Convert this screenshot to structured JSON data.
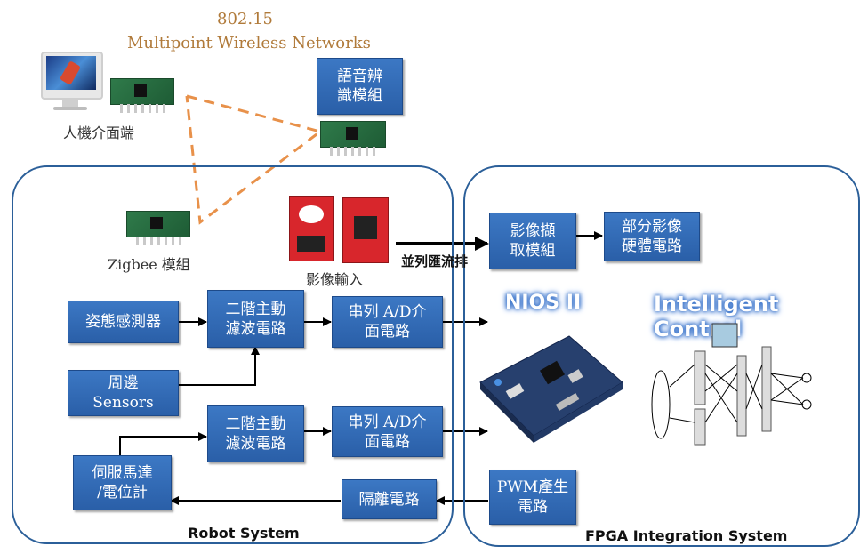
{
  "network": {
    "title_line1": "802.15",
    "title_line2": "Multipoint Wireless Networks",
    "title_color": "#b07a3a",
    "link_color": "#e8914a"
  },
  "labels": {
    "hmi": "人機介面端",
    "zigbee": "Zigbee 模組",
    "image_input": "影像輸入",
    "parallel_bus": "並列匯流排",
    "nios": "NIOS II",
    "intelligent": "Intelligent Control"
  },
  "boxes": {
    "voice": "語音辨\n識模組",
    "posture": "姿態感測器",
    "filter1": "二階主動\n濾波電路",
    "ad1": "串列 A/D介\n面電路",
    "peripheral": "周邊\nSensors",
    "filter2": "二階主動\n濾波電路",
    "ad2": "串列 A/D介\n面電路",
    "servo": "伺服馬達\n/電位計",
    "isolation": "隔離電路",
    "capture": "影像擷\n取模組",
    "partial": "部分影像\n硬體電路",
    "pwm": "PWM產生\n電路"
  },
  "systems": {
    "robot": "Robot System",
    "fpga": "FPGA Integration System"
  },
  "colors": {
    "box": "#2f66b0",
    "frame": "#2b5f99"
  }
}
